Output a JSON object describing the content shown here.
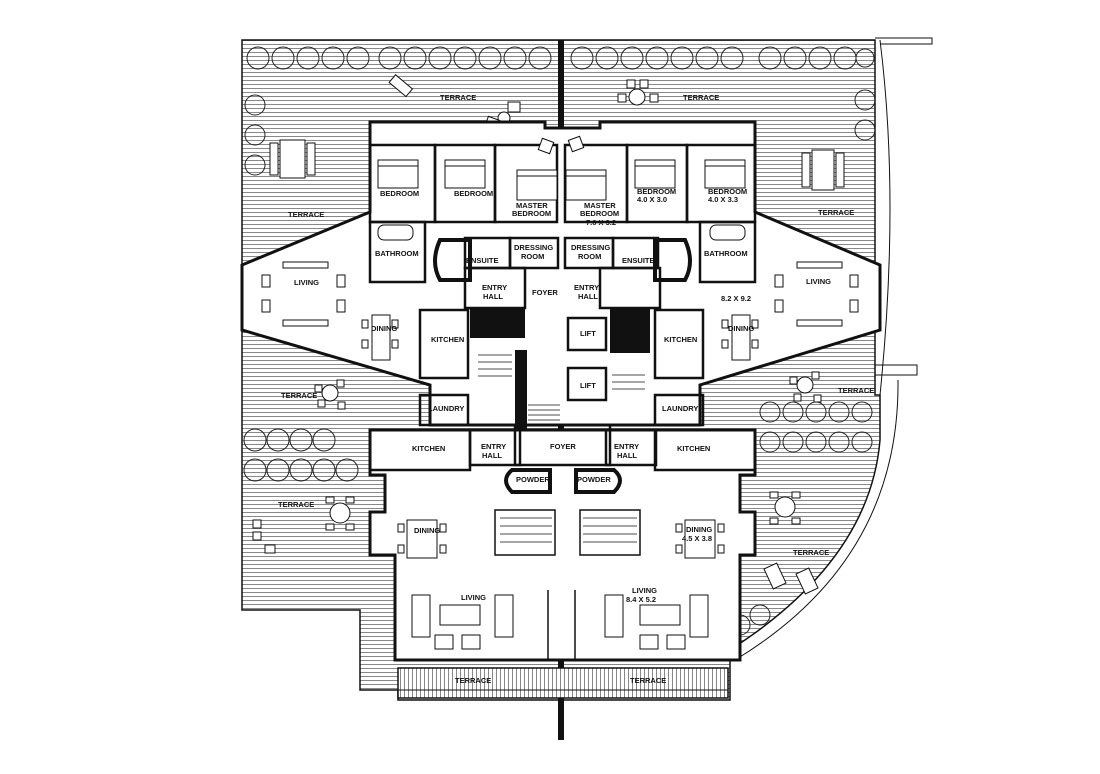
{
  "plan": {
    "rooms": {
      "terrace_top_left": "TERRACE",
      "terrace_top_right": "TERRACE",
      "terrace_left": "TERRACE",
      "terrace_right": "TERRACE",
      "terrace_mid_left": "TERRACE",
      "terrace_mid_right": "TERRACE",
      "terrace_lower_left": "TERRACE",
      "terrace_lower_right": "TERRACE",
      "terrace_bottom_left": "TERRACE",
      "terrace_bottom_right": "TERRACE",
      "bedroom_1": "BEDROOM",
      "bedroom_2": "BEDROOM",
      "master_left_1": "MASTER",
      "master_left_2": "BEDROOM",
      "master_right_1": "MASTER",
      "master_right_2": "BEDROOM",
      "master_right_dim": "7.6 X 3.2",
      "bedroom_3": "BEDROOM",
      "bedroom_3_dim": "4.0 X 3.0",
      "bedroom_4": "BEDROOM",
      "bedroom_4_dim": "4.0 X 3.3",
      "bathroom_left": "BATHROOM",
      "bathroom_right": "BATHROOM",
      "ensuite_left": "ENSUITE",
      "ensuite_right": "ENSUITE",
      "dressing_left_1": "DRESSING",
      "dressing_left_2": "ROOM",
      "dressing_right_1": "DRESSING",
      "dressing_right_2": "ROOM",
      "entry_hall_tl_1": "ENTRY",
      "entry_hall_tl_2": "HALL",
      "entry_hall_tr_1": "ENTRY",
      "entry_hall_tr_2": "HALL",
      "foyer_top": "FOYER",
      "living_left": "LIVING",
      "living_right": "LIVING",
      "living_right_dim": "8.2 X 9.2",
      "dining_left": "DINING",
      "dining_right": "DINING",
      "kitchen_tl": "KITCHEN",
      "kitchen_tr": "KITCHEN",
      "lift_1": "LIFT",
      "lift_2": "LIFT",
      "laundry_left": "LAUNDRY",
      "laundry_right": "LAUNDRY",
      "kitchen_bl": "KITCHEN",
      "kitchen_br": "KITCHEN",
      "entry_hall_bl_1": "ENTRY",
      "entry_hall_bl_2": "HALL",
      "entry_hall_br_1": "ENTRY",
      "entry_hall_br_2": "HALL",
      "foyer_bottom": "FOYER",
      "powder_left": "POWDER",
      "powder_right": "POWDER",
      "dining_bl": "DINING",
      "dining_br": "DINING",
      "dining_br_dim": "4.5 X 3.8",
      "living_bl": "LIVING",
      "living_br": "LIVING",
      "living_br_dim": "8.4 X 5.2"
    }
  }
}
